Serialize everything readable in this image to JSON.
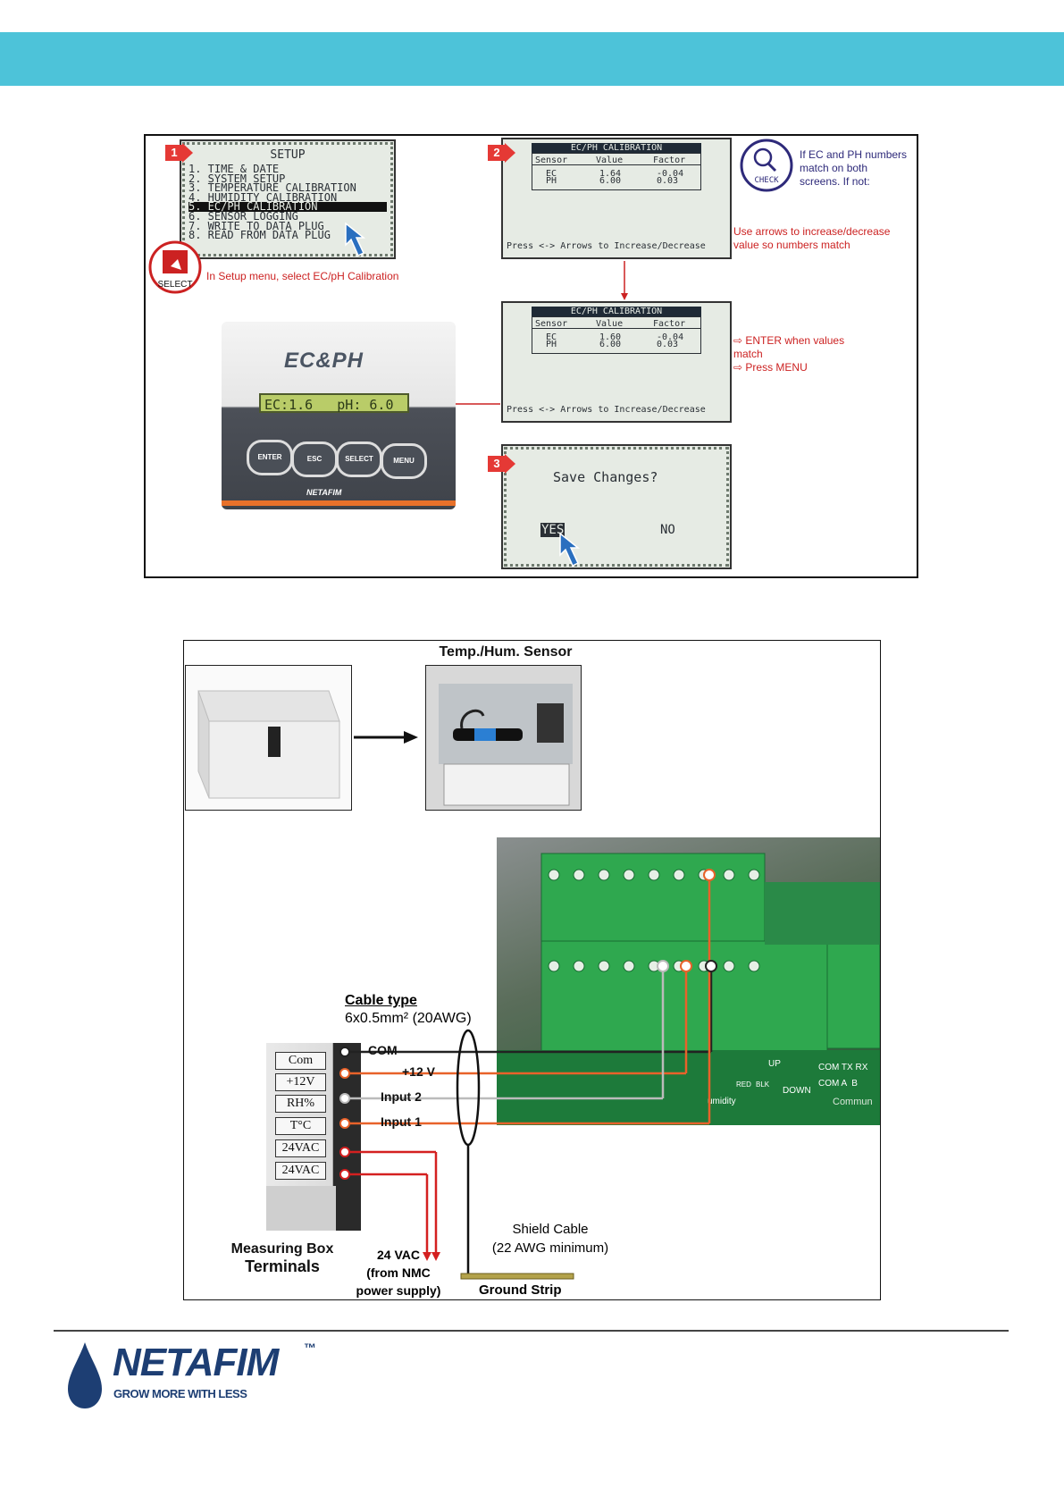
{
  "figure1": {
    "setup_screen": {
      "title": "SETUP",
      "items": [
        "1. TIME & DATE",
        "2. SYSTEM SETUP",
        "3. TEMPERATURE CALIBRATION",
        "4. HUMIDITY CALIBRATION",
        "5. EC/PH CALIBRATION",
        "6. SENSOR LOGGING",
        "7. WRITE TO DATA PLUG",
        "8. READ FROM DATA PLUG"
      ],
      "selected_index": 4
    },
    "steps": [
      "1",
      "2",
      "3"
    ],
    "select_icon_label": "SELECT",
    "select_note": "In Setup menu, select EC/pH Calibration",
    "check_icon_label": "CHECK",
    "check_note": [
      "If EC and PH numbers",
      "match on both",
      "screens. If not:"
    ],
    "arrows_note": [
      "Use arrows to increase/decrease",
      "value so numbers match"
    ],
    "calib_screen_1": {
      "title": "EC/PH CALIBRATION",
      "headers": [
        "Sensor",
        "Value",
        "Factor"
      ],
      "rows": [
        [
          "EC",
          "1.64",
          "-0.04"
        ],
        [
          "PH",
          "6.00",
          "0.03"
        ]
      ],
      "footer": "Press <-> Arrows to Increase/Decrease"
    },
    "calib_screen_2": {
      "title": "EC/PH CALIBRATION",
      "headers": [
        "Sensor",
        "Value",
        "Factor"
      ],
      "rows": [
        [
          "EC",
          "1.60",
          "-0.04"
        ],
        [
          "PH",
          "6.00",
          "0.03"
        ]
      ],
      "footer": "Press <-> Arrows to Increase/Decrease"
    },
    "enter_note": [
      "⇨ ENTER when values",
      "match",
      "⇨ Press MENU"
    ],
    "device": {
      "logo": "EC&PH",
      "display": "EC:1.6   pH: 6.0",
      "buttons": [
        "ENTER",
        "ESC",
        "SELECT",
        "MENU"
      ],
      "brand": "NETAFIM"
    },
    "save_screen": {
      "prompt": "Save Changes?",
      "yes": "YES",
      "no": "NO"
    }
  },
  "figure2": {
    "sensor_title": "Temp./Hum. Sensor",
    "cable_type_title": "Cable type",
    "cable_type_spec": "6x0.5mm² (20AWG)",
    "terminals": [
      "Com",
      "+12V",
      "RH%",
      "T°C",
      "24VAC",
      "24VAC"
    ],
    "wire_labels": [
      "COM",
      "+12 V",
      "Input 2",
      "Input 1"
    ],
    "measuring_box_caption": [
      "Measuring Box",
      "Terminals"
    ],
    "vac_caption": [
      "24 VAC",
      "(from NMC",
      "power supply)"
    ],
    "shield_caption": [
      "Shield Cable",
      "(22 AWG minimum)"
    ],
    "ground_caption": "Ground Strip",
    "board_labels": [
      "UP",
      "DOWN",
      "COM TX RX",
      "COM A  B",
      "Commun",
      "umidity",
      "RED",
      "BLK"
    ],
    "colors": {
      "orange_wire": "#e8622a",
      "red_wire": "#d42020",
      "dark_wire": "#222222",
      "grey_wire": "#bbbbbb"
    }
  },
  "footer": {
    "brand": "NETAFIM",
    "tm": "™",
    "tagline": "GROW MORE WITH LESS"
  },
  "colors": {
    "header_band": "#4dc3d9",
    "step_red": "#e53935",
    "brand_navy": "#1d3e73"
  }
}
